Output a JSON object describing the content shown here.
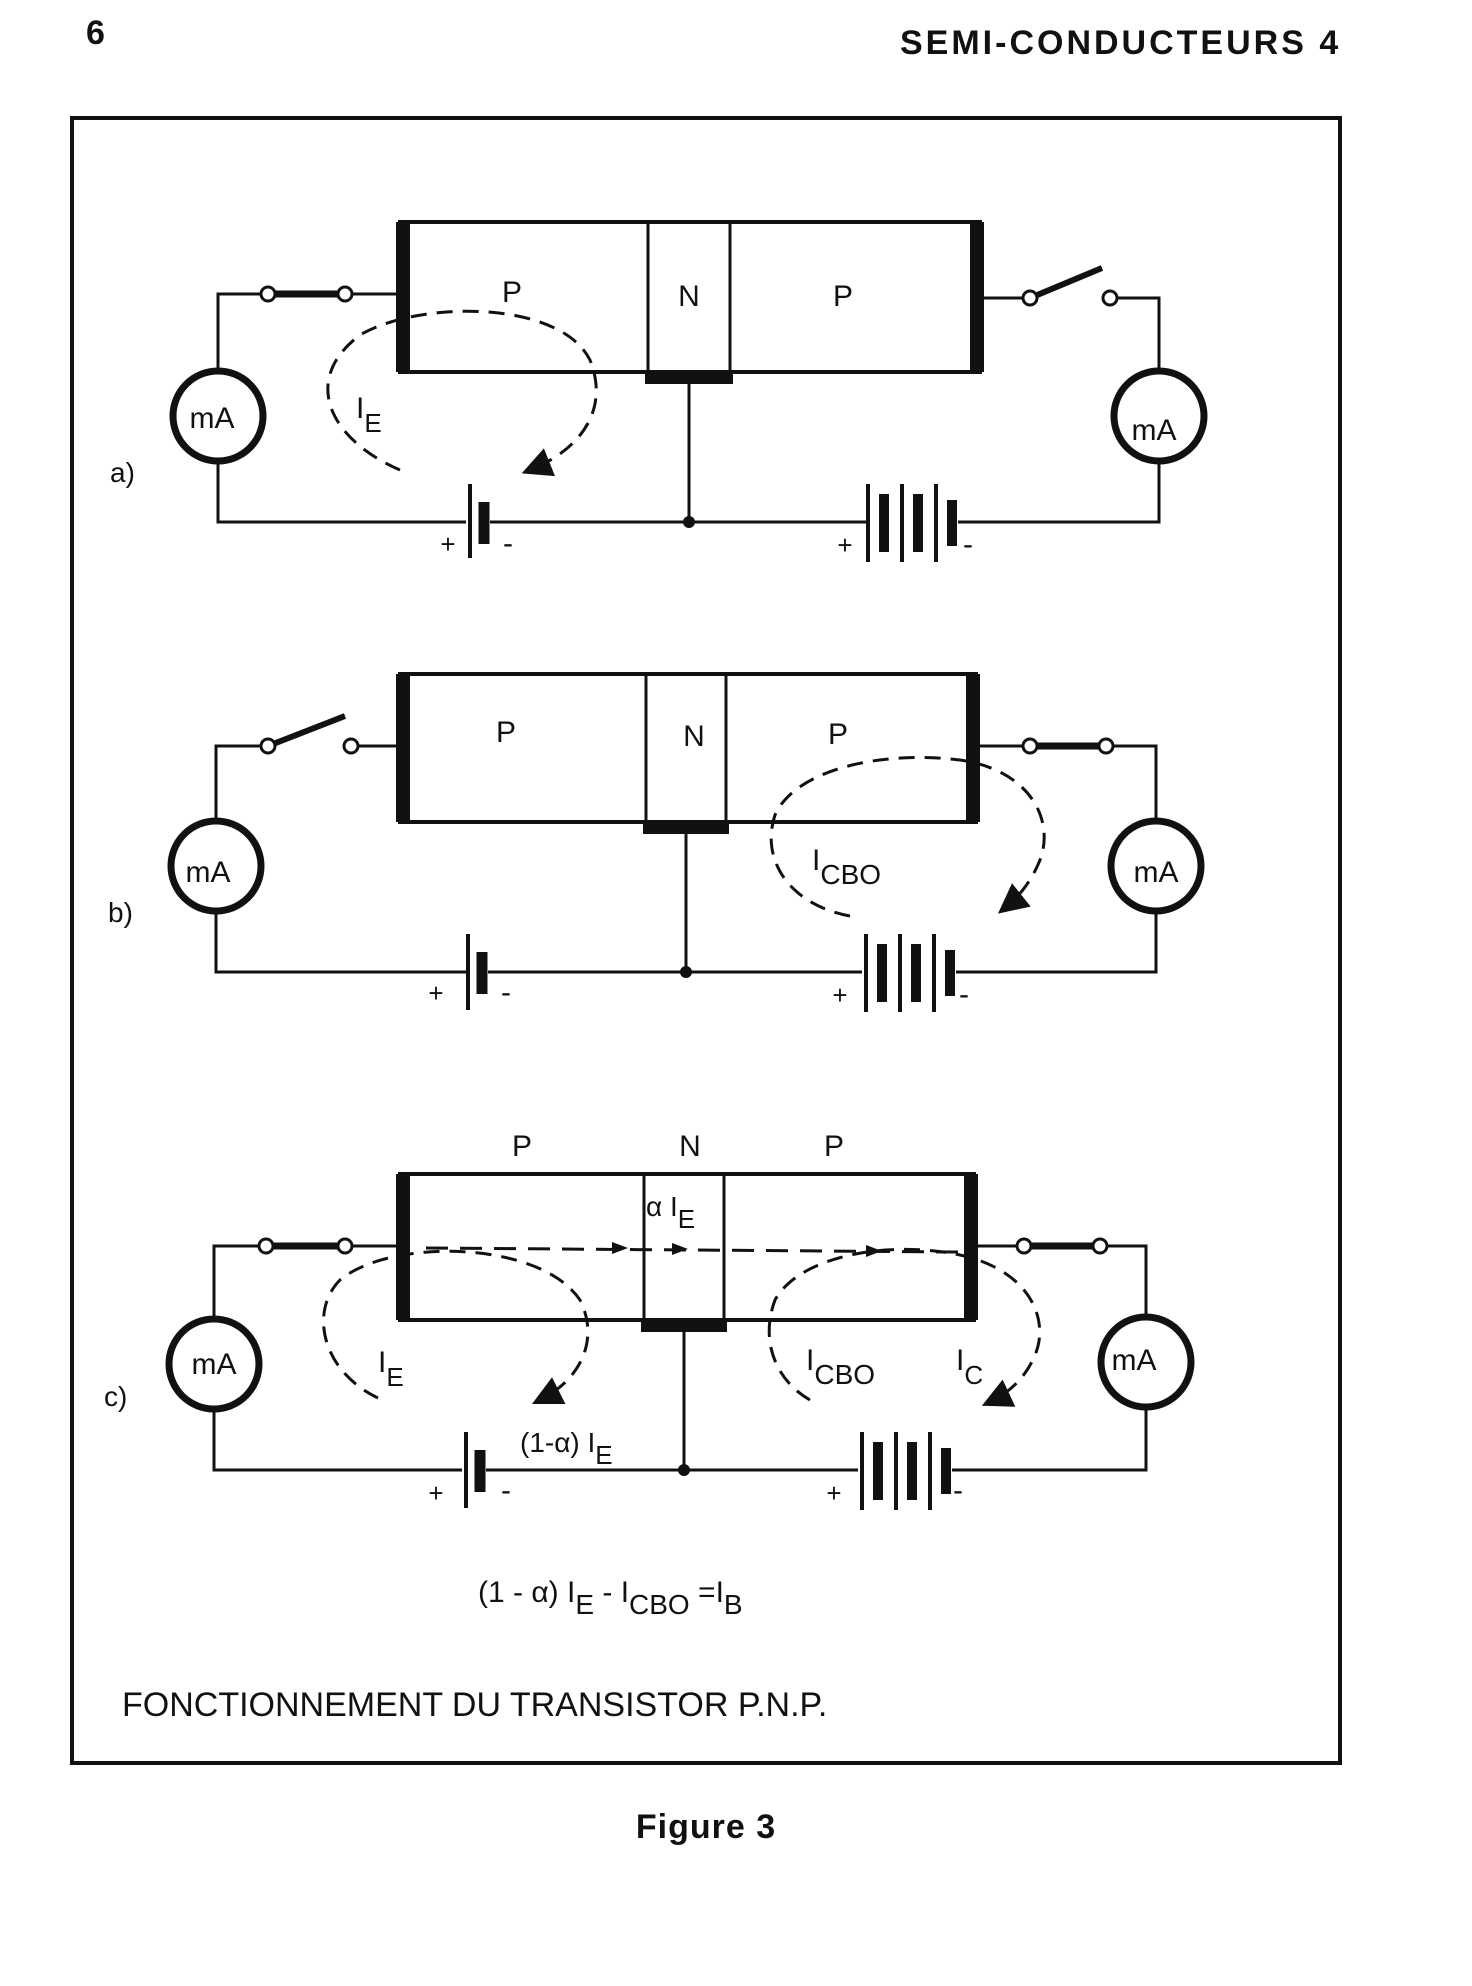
{
  "page": {
    "number": "6",
    "header": "SEMI-CONDUCTEURS 4",
    "caption": "Figure 3"
  },
  "diagram": {
    "title": "FONCTIONNEMENT DU TRANSISTOR P.N.P.",
    "formula": {
      "open": "(1 - α) I",
      "e": "E",
      "dash": " - I",
      "cbo": "CBO",
      "eq": " =I",
      "b": "B"
    },
    "meter_label": "mA",
    "plus": "+",
    "minus": "-",
    "regions": {
      "emitter": "P",
      "base": "N",
      "collector": "P"
    },
    "panels": {
      "a": {
        "label": "a)",
        "current": {
          "main": "I",
          "sub": "E"
        }
      },
      "b": {
        "label": "b)",
        "current": {
          "main": "I",
          "sub": "CBO"
        }
      },
      "c": {
        "label": "c)",
        "alpha_ie": {
          "main": "α I",
          "sub": "E"
        },
        "ie": {
          "main": "I",
          "sub": "E"
        },
        "icbo": {
          "main": "I",
          "sub": "CBO"
        },
        "ic": {
          "main": "I",
          "sub": "C"
        },
        "base_current": {
          "main": "(1-α) I",
          "sub": "E"
        }
      }
    }
  }
}
